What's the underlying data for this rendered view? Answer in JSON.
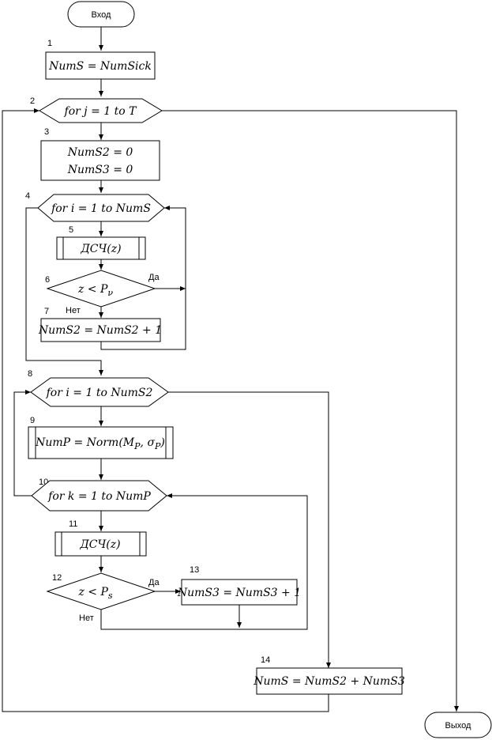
{
  "terminals": {
    "start": "Вход",
    "end": "Выход"
  },
  "blocks": {
    "b1": {
      "number": "1",
      "text": "NumS = NumSick"
    },
    "b2": {
      "number": "2",
      "text": "for   j = 1  to   T"
    },
    "b3": {
      "number": "3",
      "line1": "NumS2 = 0",
      "line2": "NumS3 = 0"
    },
    "b4": {
      "number": "4",
      "text": "for   i = 1  to   NumS"
    },
    "b5": {
      "number": "5",
      "text": "ДСЧ(z)"
    },
    "b6": {
      "number": "6",
      "text": "z < P",
      "sub": "ν"
    },
    "b7": {
      "number": "7",
      "text": "NumS2 = NumS2 + 1"
    },
    "b8": {
      "number": "8",
      "text": "for   i = 1  to   NumS2"
    },
    "b9": {
      "number": "9",
      "text": "NumP = Norm(M",
      "sub1": "P",
      "mid": ", σ",
      "sub2": "P",
      "end": ")"
    },
    "b10": {
      "number": "10",
      "text": "for   k = 1  to   NumP"
    },
    "b11": {
      "number": "11",
      "text": "ДСЧ(z)"
    },
    "b12": {
      "number": "12",
      "text": "z < P",
      "sub": "s"
    },
    "b13": {
      "number": "13",
      "text": "NumS3 = NumS3 + 1"
    },
    "b14": {
      "number": "14",
      "text": "NumS = NumS2 + NumS3"
    }
  },
  "branch_labels": {
    "b6_yes": "Да",
    "b6_no": "Нет",
    "b12_yes": "Да",
    "b12_no": "Нет"
  }
}
